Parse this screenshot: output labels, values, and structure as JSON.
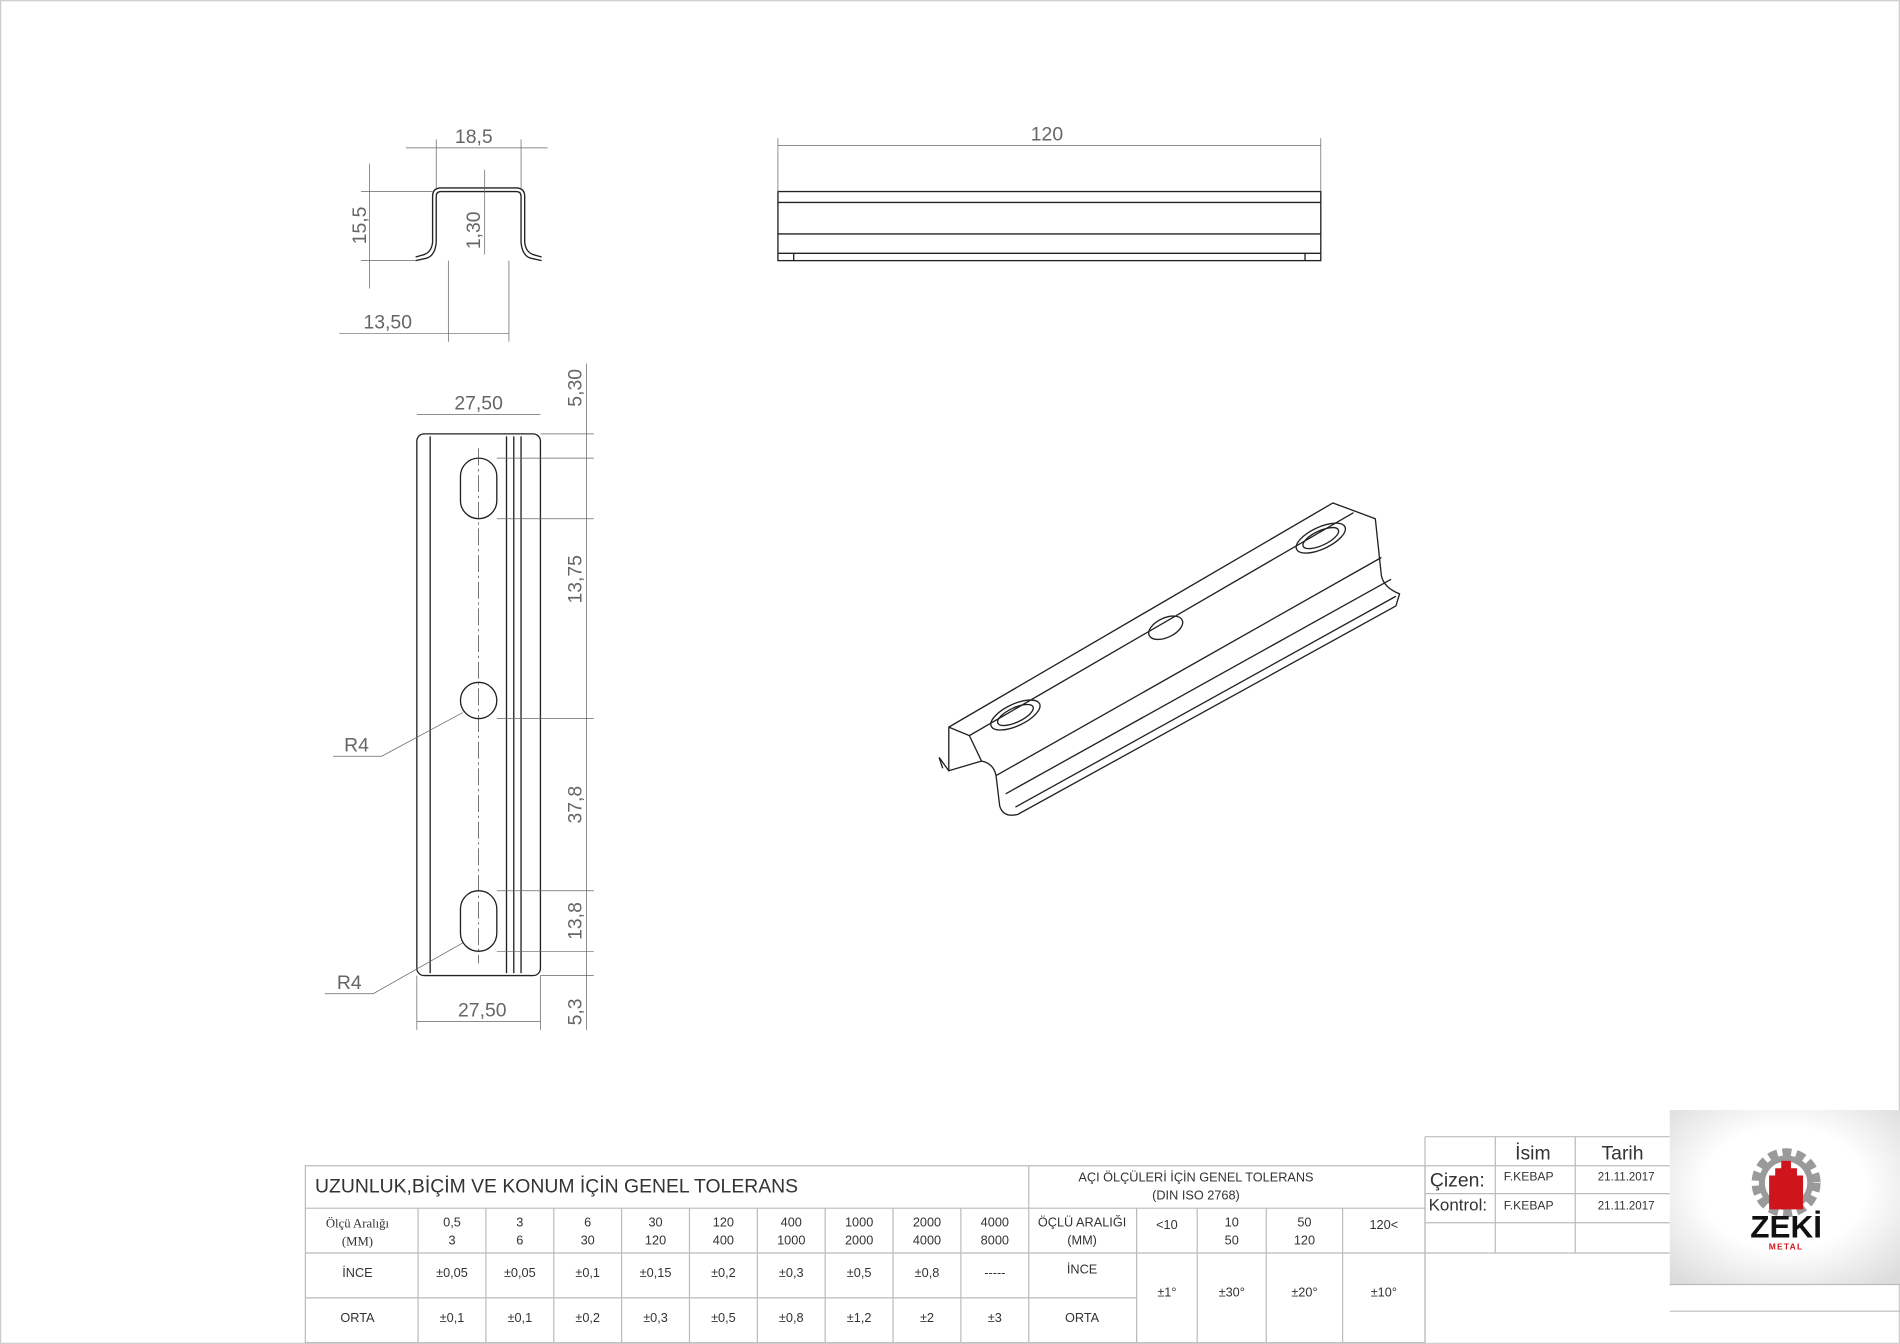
{
  "drawing": {
    "profile_dims": {
      "width": "18,5",
      "height": "15,5",
      "thickness": "1,30",
      "offset": "13,50"
    },
    "side_dims": {
      "length": "120"
    },
    "top_view_dims": {
      "width_top": "27,50",
      "width_bottom": "27,50",
      "d1": "5,30",
      "d2": "13,75",
      "d3": "37,8",
      "d4": "13,8",
      "d5": "5,3",
      "radius1": "R4",
      "radius2": "R4"
    }
  },
  "tolerance_table": {
    "title": "UZUNLUK,BİÇİM VE KONUM İÇİN GENEL TOLERANS",
    "range_label": [
      "Ölçü Aralığı",
      "(MM)"
    ],
    "ranges": [
      [
        "0,5",
        "3"
      ],
      [
        "3",
        "6"
      ],
      [
        "6",
        "30"
      ],
      [
        "30",
        "120"
      ],
      [
        "120",
        "400"
      ],
      [
        "400",
        "1000"
      ],
      [
        "1000",
        "2000"
      ],
      [
        "2000",
        "4000"
      ],
      [
        "4000",
        "8000"
      ]
    ],
    "rows": [
      {
        "label": "İNCE",
        "values": [
          "±0,05",
          "±0,05",
          "±0,1",
          "±0,15",
          "±0,2",
          "±0,3",
          "±0,5",
          "±0,8",
          "-----"
        ]
      },
      {
        "label": "ORTA",
        "values": [
          "±0,1",
          "±0,1",
          "±0,2",
          "±0,3",
          "±0,5",
          "±0,8",
          "±1,2",
          "±2",
          "±3"
        ]
      }
    ]
  },
  "angle_table": {
    "title": "AÇI ÖLÇÜLERİ İÇİN GENEL TOLERANS",
    "subtitle": "(DIN ISO 2768)",
    "range_label": [
      "ÖÇLÜ ARALIĞI",
      "(MM)"
    ],
    "ranges": [
      [
        "<10",
        ""
      ],
      [
        "10",
        "50"
      ],
      [
        "50",
        "120"
      ],
      [
        "120<",
        ""
      ]
    ],
    "row_labels": [
      "İNCE",
      "ORTA"
    ],
    "values": [
      "±1°",
      "±30°",
      "±20°",
      "±10°"
    ]
  },
  "title_block": {
    "col_name": "İsim",
    "col_date": "Tarih",
    "rows": [
      {
        "label": "Çizen:",
        "name": "F.KEBAP",
        "date": "21.11.2017"
      },
      {
        "label": "Kontrol:",
        "name": "F.KEBAP",
        "date": "21.11.2017"
      }
    ]
  },
  "logo": {
    "name": "ZEKİ",
    "sub": "METAL",
    "red": "#d0141c",
    "gray": "#9a9a9a"
  }
}
